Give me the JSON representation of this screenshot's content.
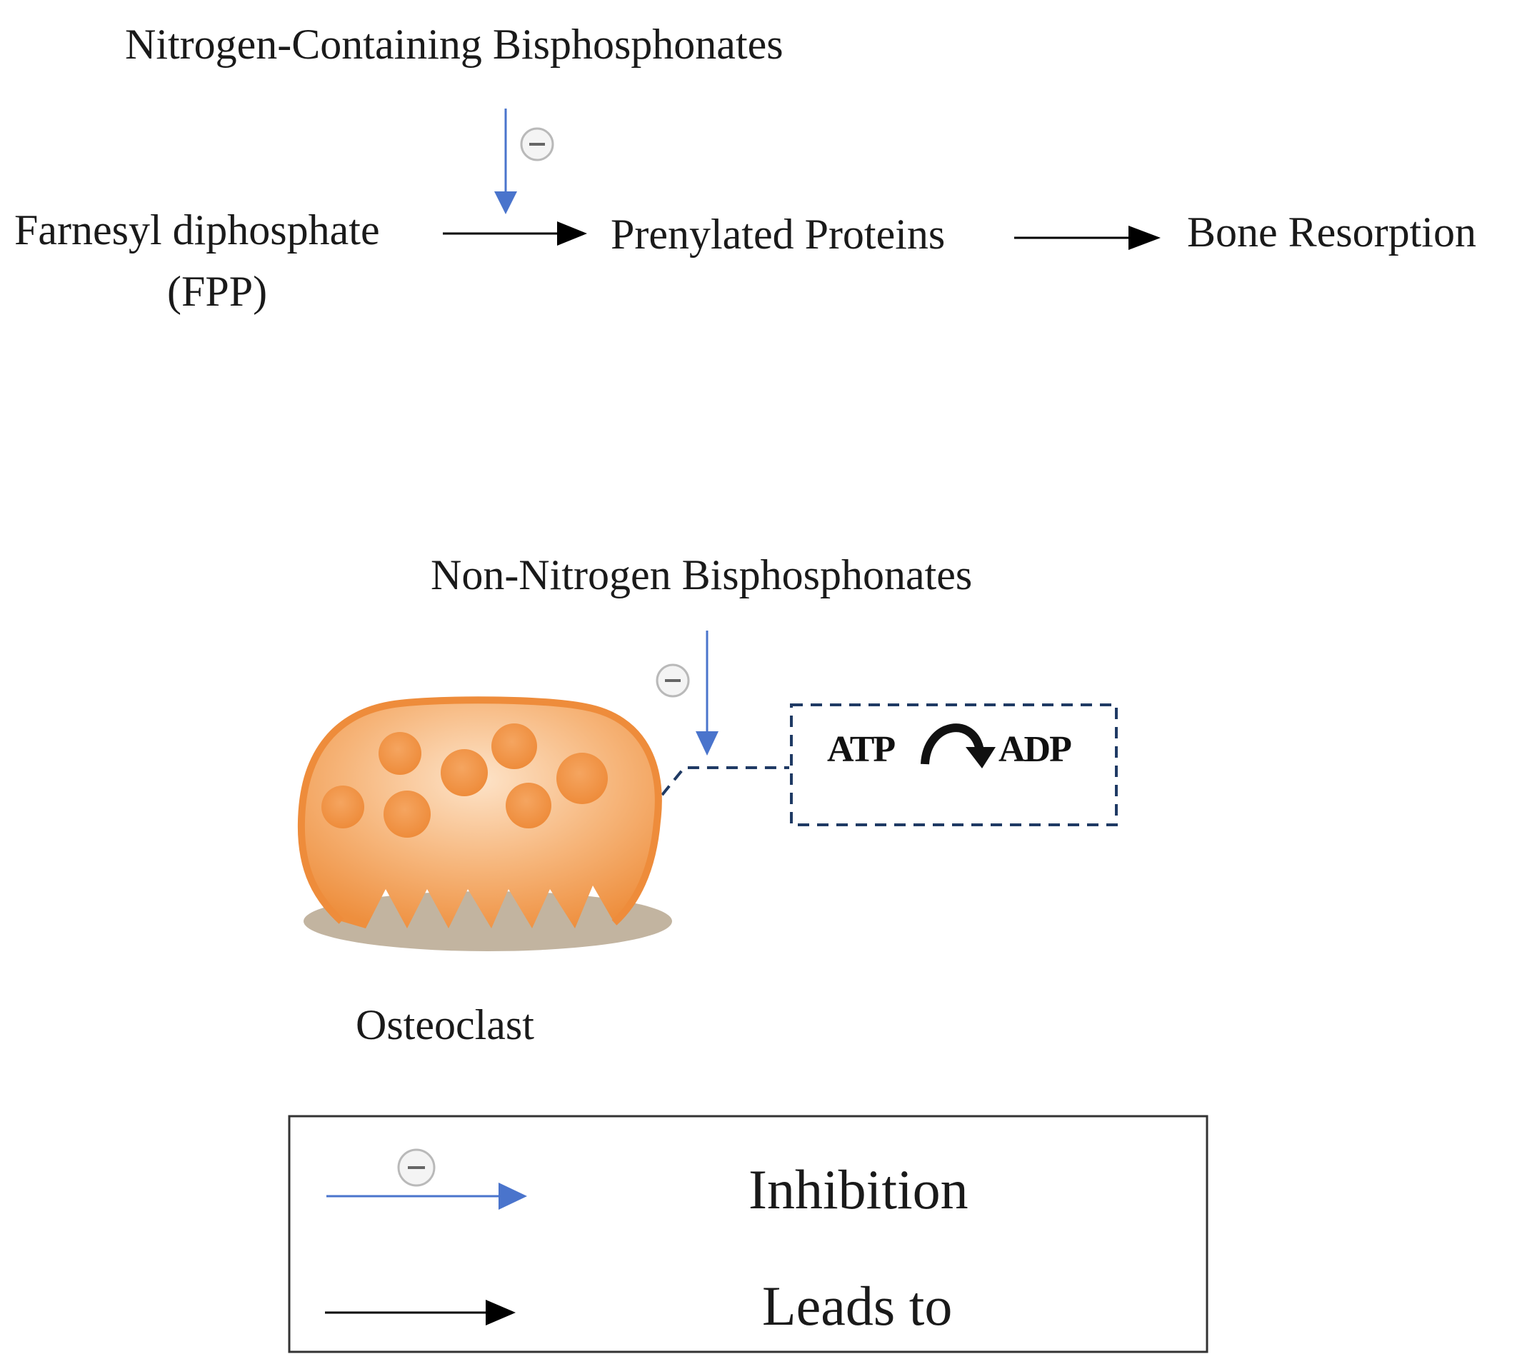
{
  "pathway_top": {
    "inhibitor": "Nitrogen-Containing Bisphosphonates",
    "substrate_line1": "Farnesyl diphosphate",
    "substrate_line2": "(FPP)",
    "product": "Prenylated Proteins",
    "outcome": "Bone Resorption"
  },
  "pathway_bottom": {
    "inhibitor": "Non-Nitrogen Bisphosphonates",
    "reaction_from": "ATP",
    "reaction_to": "ADP",
    "cell_label": "Osteoclast"
  },
  "legend": {
    "inhibition_label": "Inhibition",
    "leads_to_label": "Leads to"
  },
  "colors": {
    "inhibition_arrow": "#4a74cc",
    "leads_to_arrow": "#000000",
    "dashed_box": "#1f3a64",
    "cell_fill": "#f29a4f",
    "cell_base": "#c2b4a0"
  }
}
